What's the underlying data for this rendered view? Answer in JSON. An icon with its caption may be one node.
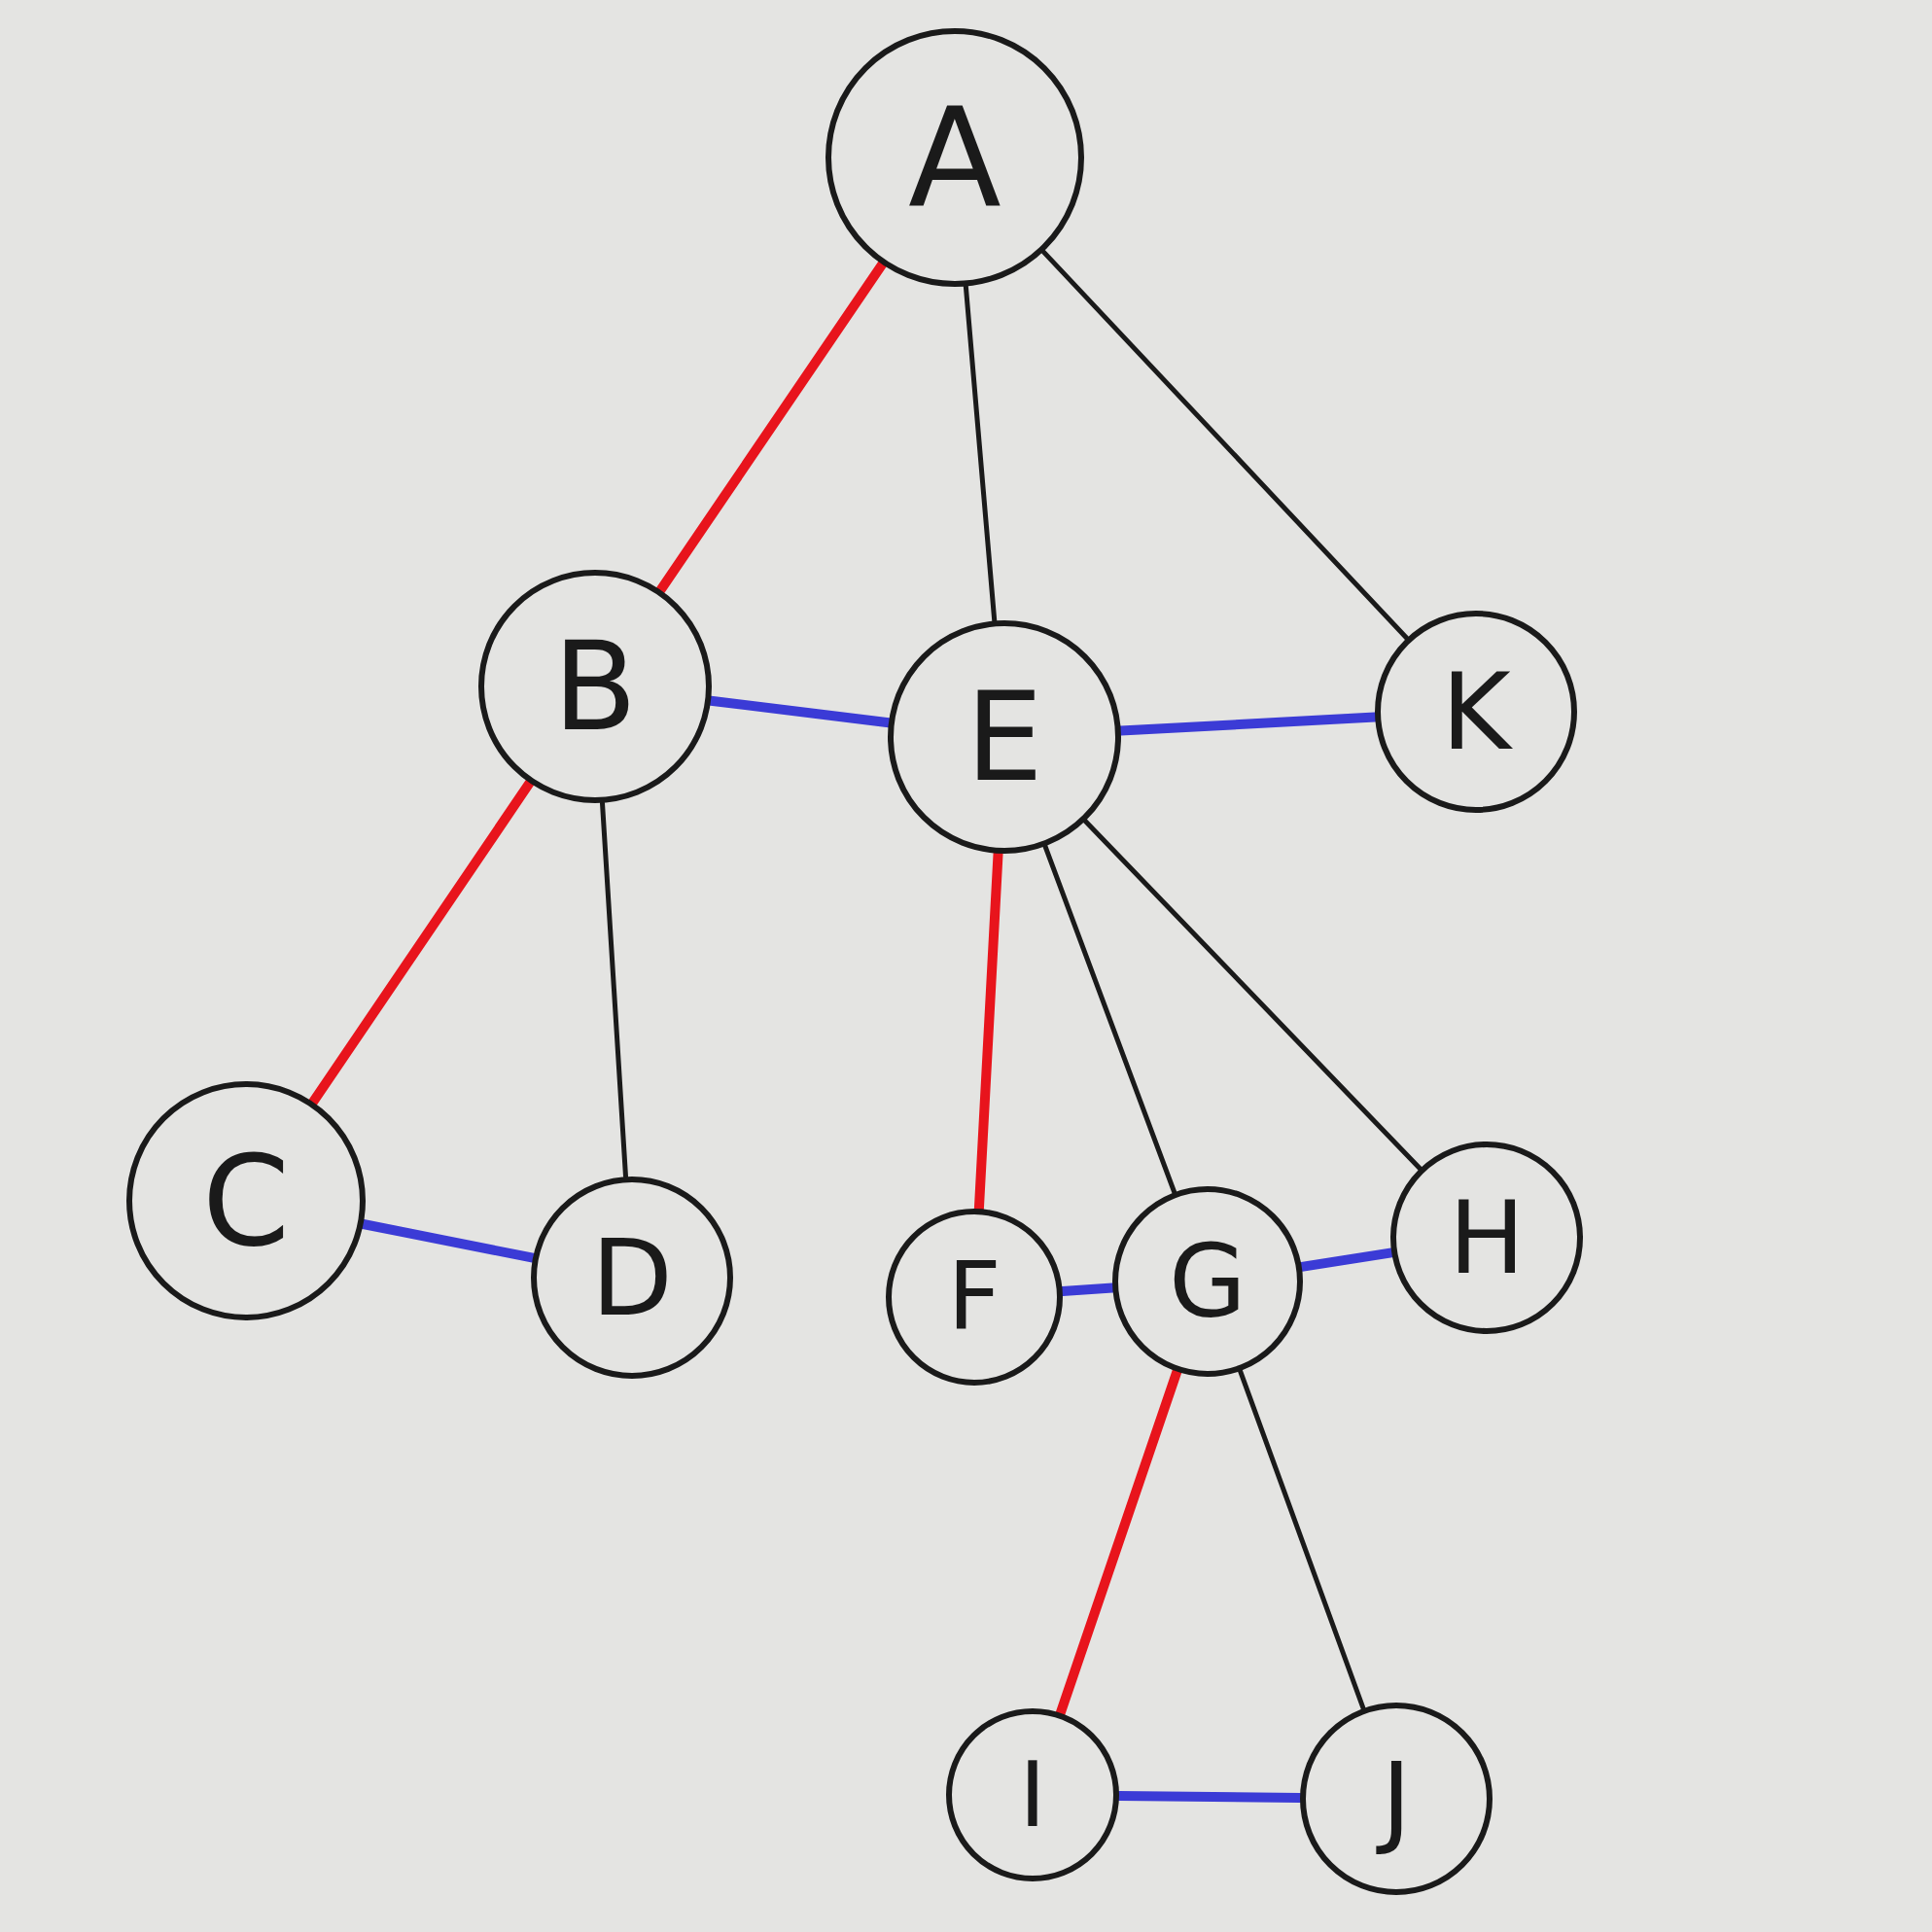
{
  "diagram": {
    "nodes": [
      {
        "text": [
          "A"
        ]
      },
      {
        "text": [
          "B"
        ]
      },
      {
        "text": [
          "E"
        ]
      },
      {
        "text": [
          "K"
        ]
      },
      {
        "text": [
          "C"
        ]
      },
      {
        "text": [
          "D"
        ]
      },
      {
        "text": [
          "F"
        ]
      },
      {
        "text": [
          "G"
        ]
      },
      {
        "text": [
          "H"
        ]
      },
      {
        "text": [
          "I"
        ]
      },
      {
        "text": [
          "J"
        ]
      }
    ],
    "edges": [
      {
        "from": 0,
        "to": 1,
        "arrow": "none",
        "color": "#e8141c"
      },
      {
        "from": 0,
        "to": 2,
        "arrow": "none"
      },
      {
        "from": 0,
        "to": 3,
        "arrow": "none"
      },
      {
        "from": 1,
        "to": 2,
        "arrow": "none",
        "color": "#3b3bd6"
      },
      {
        "from": 2,
        "to": 3,
        "arrow": "none",
        "color": "#3b3bd6"
      },
      {
        "from": 1,
        "to": 4,
        "arrow": "none",
        "color": "#e8141c"
      },
      {
        "from": 1,
        "to": 5,
        "arrow": "none"
      },
      {
        "from": 4,
        "to": 5,
        "arrow": "none",
        "color": "#3b3bd6"
      },
      {
        "from": 2,
        "to": 6,
        "arrow": "none",
        "color": "#e8141c"
      },
      {
        "from": 2,
        "to": 7,
        "arrow": "none"
      },
      {
        "from": 2,
        "to": 8,
        "arrow": "none"
      },
      {
        "from": 6,
        "to": 7,
        "arrow": "none",
        "color": "#3b3bd6"
      },
      {
        "from": 7,
        "to": 8,
        "arrow": "none",
        "color": "#3b3bd6"
      },
      {
        "from": 7,
        "to": 9,
        "arrow": "none",
        "color": "#e8141c"
      },
      {
        "from": 7,
        "to": 10,
        "arrow": "none"
      },
      {
        "from": 9,
        "to": 10,
        "arrow": "none",
        "color": "#3b3bd6"
      }
    ]
  }
}
